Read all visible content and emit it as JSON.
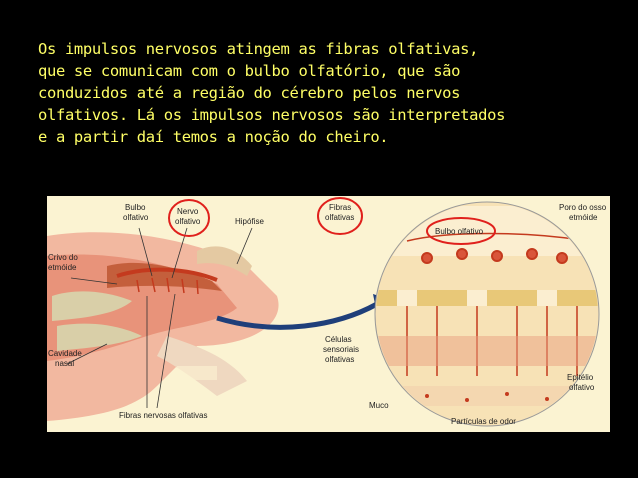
{
  "caption": {
    "lines": [
      "Os impulsos nervosos atingem as fibras olfativas,",
      "que se comunicam com o bulbo olfatório, que são",
      "conduzidos até a região do cérebro pelos nervos",
      "olfativos. Lá os impulsos nervosos são interpretados",
      "e a partir daí temos a noção do cheiro."
    ]
  },
  "diagram": {
    "labels": {
      "bulbo_olfativo": [
        "Bulbo",
        "olfativo"
      ],
      "nervo_olfativo": [
        "Nervo",
        "olfativo"
      ],
      "hipofise": "Hipófise",
      "crivo_etmoide": [
        "Crivo do",
        "etmóide"
      ],
      "cavidade_nasal": [
        "Cavidade",
        "nasal"
      ],
      "fibras_nervosas": "Fibras nervosas olfativas",
      "fibras_olfativas": [
        "Fibras",
        "olfativas"
      ],
      "bulbo_olfativo_inset": "Bulbo olfativo",
      "poro_osso": [
        "Poro do osso",
        "etmóide"
      ],
      "celulas_sensoriais": [
        "Células",
        "sensoriais",
        "olfativas"
      ],
      "epitelio": [
        "Epitélio",
        "olfativo"
      ],
      "muco": "Muco",
      "particulas": "Partículas de odor"
    },
    "colors": {
      "caption": "#ffff66",
      "highlight_circle": "#e0201c",
      "arrow": "#1f3f7a",
      "nerve": "#c43a1e",
      "tissue": "#f0a68c"
    }
  }
}
